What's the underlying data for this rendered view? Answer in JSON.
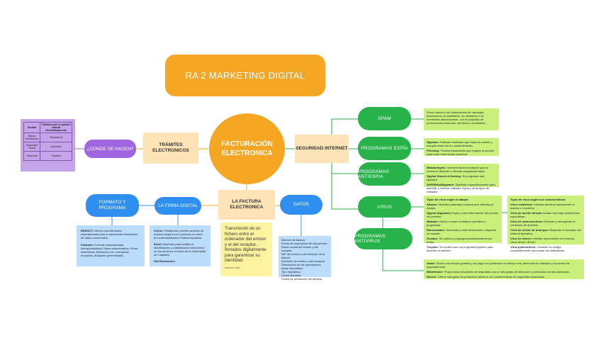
{
  "title": "RA 2 MARKETING DIGITAL",
  "central": "FACTURACIÓN ELECTRONICA",
  "nodes": {
    "tramites": "TRÁMITES ELECTRONICOS",
    "donde": "¿DONDE SE HACEN?",
    "seguridad": "SEGURIDAD INTERNET",
    "la_factura": "LA FACTURA ELECTRONICA",
    "datos": "DATOS",
    "firma": "LA FIRMA DIGITAL",
    "formato": "FORMATO Y PROGRAMA",
    "spam": "SPAM",
    "espia": "PROGRAMAS ESPÍA",
    "antiespia": "PROGRAMAS ANTIESPIA",
    "virus": "VIRUS",
    "antivirus": "PROGRAMAS ANTIVIRUS"
  },
  "table": {
    "headers": [
      "Ámbito",
      "Trámites que se pueden realizar electrónicamente"
    ],
    "rows": [
      [
        "Banca Electrónica",
        "Financieros"
      ],
      [
        "Seguridad Social",
        "Laborales"
      ],
      [
        "Hacienda",
        "Fiscales"
      ]
    ]
  },
  "notes": {
    "spam": "Envío masivo y sin restricciones de mensajes electrónicos no solicitados, no deseados o de remitentes desconocidos, con el propósito de promocionar productos, servicios o contenidos.",
    "espia": [
      {
        "b": "Spyware:",
        "t": "Software malicioso que espía al usuario y recopila datos sin su consentimiento."
      },
      {
        "b": "Phishing:",
        "t": "Técnica fraudulenta que engaña al usuario para robar información personal."
      }
    ],
    "antiespia": [
      {
        "b": "Malwarebytes:",
        "t": "herramienta anti-malware que se centra en detectar y eliminar programas espía."
      },
      {
        "b": "Spybot Search & Destroy:",
        "t": "Es programa anti-spyware."
      },
      {
        "b": "SUPERAntiSpyware:",
        "t": "Diseñado específicamente para detectar y eliminar software espía y otros tipos de malware."
      }
    ],
    "virus_ataque_title": "Tipos de virus según el ataque:",
    "virus_ataque": [
      {
        "b": "Adware:",
        "t": "Muestra publicidad invasiva que ralentiza el equipo."
      },
      {
        "b": "Spyhot (Spyware):",
        "t": "Espía y roba información del usuario sin permiso."
      },
      {
        "b": "Malware:",
        "t": "Daña o rompe el sistema operativo o programas."
      },
      {
        "b": "Ransomware:",
        "t": "Secuestra y cifra información, exigiendo un rescate."
      },
      {
        "b": "Gusano:",
        "t": "Se replica y propaga automáticamente por redes."
      },
      {
        "b": "Troyano:",
        "t": "Se oculta como un programa legítimo para acceder al sistema."
      }
    ],
    "virus_car_title": "Tipos de virus según sus características:",
    "virus_car": [
      {
        "b": "Virus residentes:",
        "t": "Infectan archivos activamente al usarlos o moverlos."
      },
      {
        "b": "Virus de acción directa:",
        "t": "Actúan solo bajo condiciones específicas."
      },
      {
        "b": "Virus de sobreescritura:",
        "t": "Eliminan y reemplazan el contenido de archivos."
      },
      {
        "b": "Virus de sector de arranque:",
        "t": "Bloquean el arranque del sistema operativo."
      },
      {
        "b": "Virus de macro:",
        "t": "Infectan documentos con macros, como Word o Excel."
      },
      {
        "b": "Virus polimórficos:",
        "t": "Cambian su código constantemente para evitar ser detectados."
      }
    ],
    "antivirus": [
      {
        "b": "Avast:",
        "t": "Ofrece una versión gratuita y de pago con protección en tiempo real, detección de malware y funciones de seguridad web."
      },
      {
        "b": "Bitdefender:",
        "t": "Proporciona soluciones de seguridad con un alto grado de detección y protección contra amenazas."
      },
      {
        "b": "Norton:",
        "t": "Ofrece una gama de productos antivirus con características de seguridad avanzadas."
      }
    ],
    "formato": [
      {
        "b": "EDIFACT:",
        "t": "Ofrece una estructura estandarizada para la transmisión electrónica de datos comerciales."
      },
      {
        "b": "Facturae:",
        "t": "Formato estandarizado, Interoperabilidad, Datos estructurados, Firma electrónica, Alineación con normativas europeas, Adopción generalizada."
      }
    ],
    "firma": [
      {
        "b": "Cl@ve:",
        "t": "Plataforma, permite acceder de manera segura a los servicios en línea de la Administración Pública española."
      },
      {
        "b": "IDcat:",
        "t": "Diseñado para facilitar la identificación y autenticación electrónica en los servicios en línea de la Generalitat de Cataluña."
      },
      {
        "b": "DNI Electrónico",
        "t": ""
      }
    ],
    "yellow_text": "Transmisión de un fichero entre el ordenador del emisor y el del receptor, firmados digitalmente para garantizar su identidad.",
    "yellow_author": "martina rubio",
    "datos": [
      "Número de factura",
      "Fecha de expedición del documento.",
      "Razón social del emisor y del receptor.",
      "NIF del emisor y del receptor de la factura.",
      "Domicilio del emisor y del receptor.",
      "Descripción de las operaciones (base imponible).",
      "Tipo impositivo.",
      "Cuota tributaria.",
      "Fecha de prestación del servicio."
    ]
  }
}
